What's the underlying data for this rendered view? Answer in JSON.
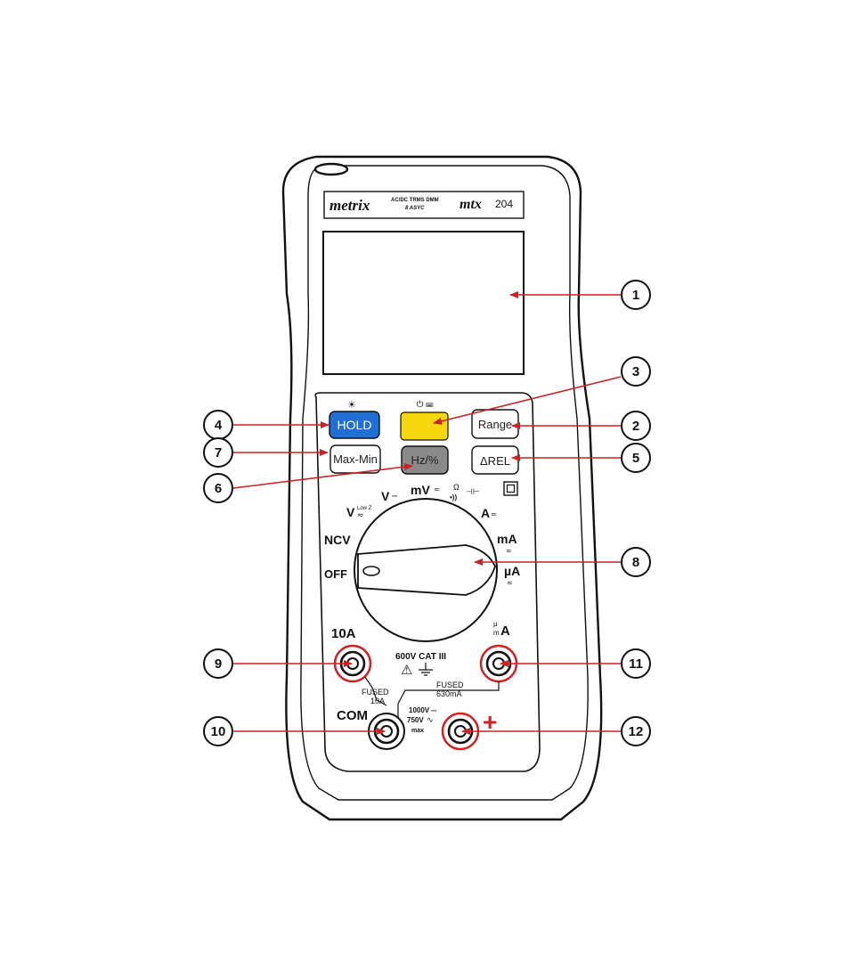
{
  "brand": {
    "logo": "metrix",
    "desc_line1": "AC/DC TRMS DMM",
    "desc_line2": "8 ASYC",
    "model_prefix": "mtx",
    "model_number": "204"
  },
  "buttons": {
    "hold": "HOLD",
    "range": "Range",
    "max_min": "Max-Min",
    "hz": "Hz/%",
    "rel": "ΔREL",
    "yellow_button_symbols": "⏻ ⌨"
  },
  "dial": {
    "v_ac": "V",
    "v_ac_sub": "Low Z",
    "v_dc": "V",
    "mv": "mV",
    "ohm": "Ω",
    "continuity": "•))",
    "amp": "A",
    "ma": "mA",
    "ua": "µA",
    "ncv": "NCV",
    "off": "OFF"
  },
  "terminals": {
    "t10a": "10A",
    "uma_mu": "µ",
    "uma_m": "m",
    "uma_a": "A",
    "cat": "600V CAT III",
    "fused_left_1": "FUSED",
    "fused_left_2": "10A",
    "fused_right_1": "FUSED",
    "fused_right_2": "630mA",
    "volt_1": "1000V",
    "volt_2": "750V",
    "volt_3": "max",
    "com": "COM",
    "plus": "+"
  },
  "callouts": [
    "1",
    "2",
    "3",
    "4",
    "5",
    "6",
    "7",
    "8",
    "9",
    "10",
    "11",
    "12"
  ],
  "colors": {
    "hold": "#1f6fd6",
    "yellow": "#f6d70d",
    "hz": "#8a8a8a",
    "arrow": "#cc2222",
    "ring": "#d42020"
  }
}
